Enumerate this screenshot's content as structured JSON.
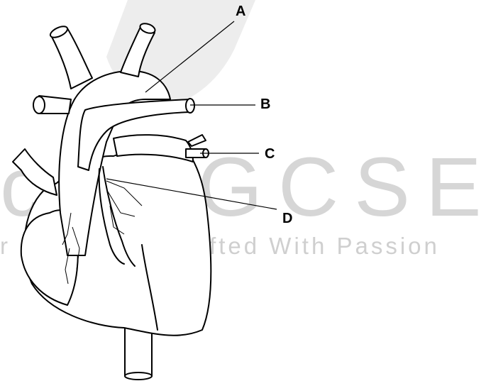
{
  "watermark": {
    "title": "ce IGCSE",
    "tagline": "r Perfection,Crafted With Passion"
  },
  "labels": {
    "a": "A",
    "b": "B",
    "c": "C",
    "d": "D"
  },
  "colors": {
    "stroke": "#000000",
    "fill": "#ffffff",
    "watermark": "#d6d6d6"
  }
}
